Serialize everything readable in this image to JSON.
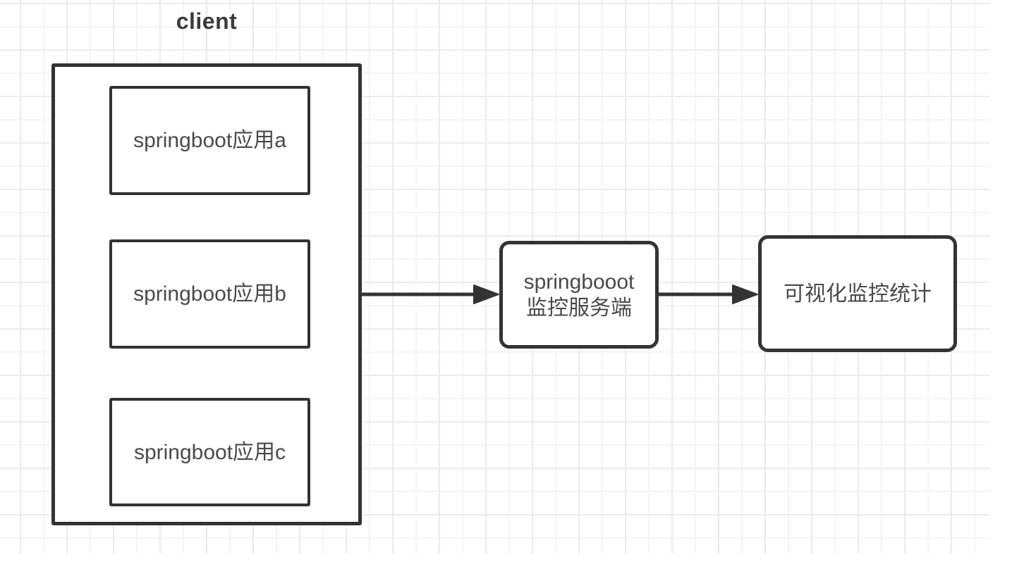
{
  "canvas": {
    "background_color": "#ffffff",
    "grid_minor_color": "#f4f4f7",
    "grid_major_color": "#ebebef"
  },
  "style": {
    "shape_border_color": "#333333",
    "shape_text_color": "#4a4a4a",
    "title_text_color": "#3b3b3b",
    "arrow_color": "#333333"
  },
  "client_group": {
    "label": "client",
    "apps": [
      {
        "label": "springboot应用a"
      },
      {
        "label": "springboot应用b"
      },
      {
        "label": "springboot应用c"
      }
    ]
  },
  "server_node": {
    "label": "springbooot\n监控服务端"
  },
  "visual_node": {
    "label": "可视化监控统计"
  }
}
